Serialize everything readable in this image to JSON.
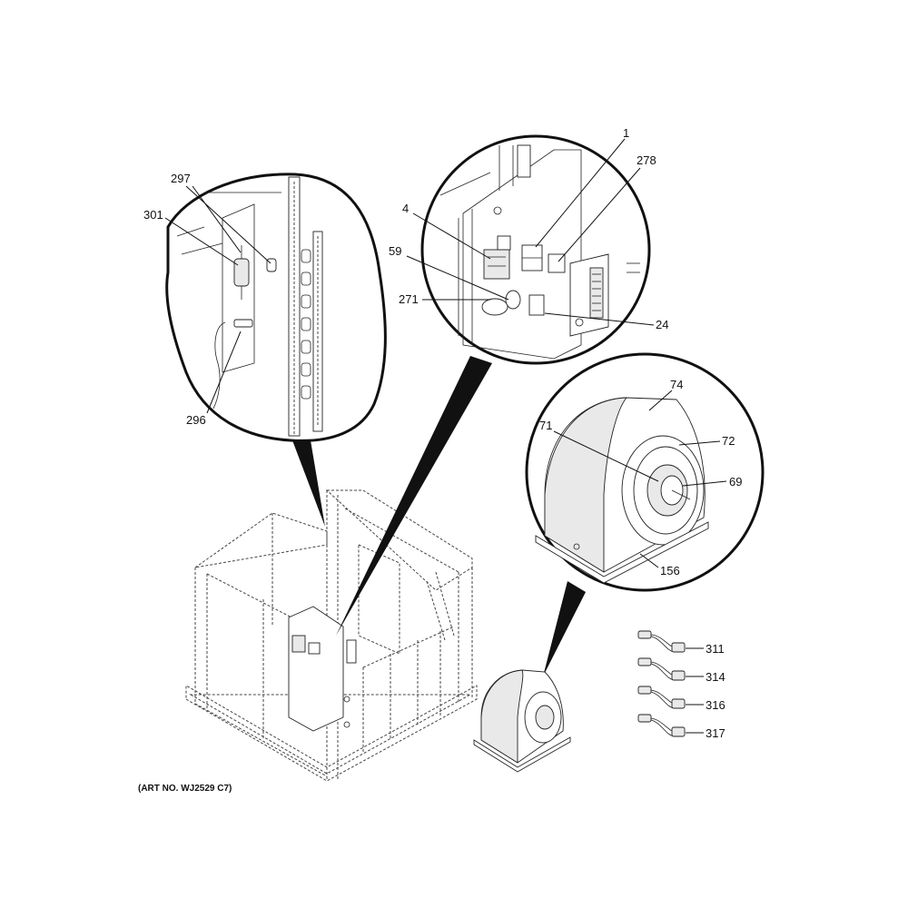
{
  "diagram": {
    "art_number": "(ART NO. WJ2529 C7)",
    "callouts": {
      "c297": "297",
      "c301": "301",
      "c296": "296",
      "c1": "1",
      "c278": "278",
      "c4": "4",
      "c59": "59",
      "c271": "271",
      "c24": "24",
      "c74": "74",
      "c71": "71",
      "c72": "72",
      "c69": "69",
      "c156": "156",
      "c311": "311",
      "c314": "314",
      "c316": "316",
      "c317": "317"
    }
  }
}
